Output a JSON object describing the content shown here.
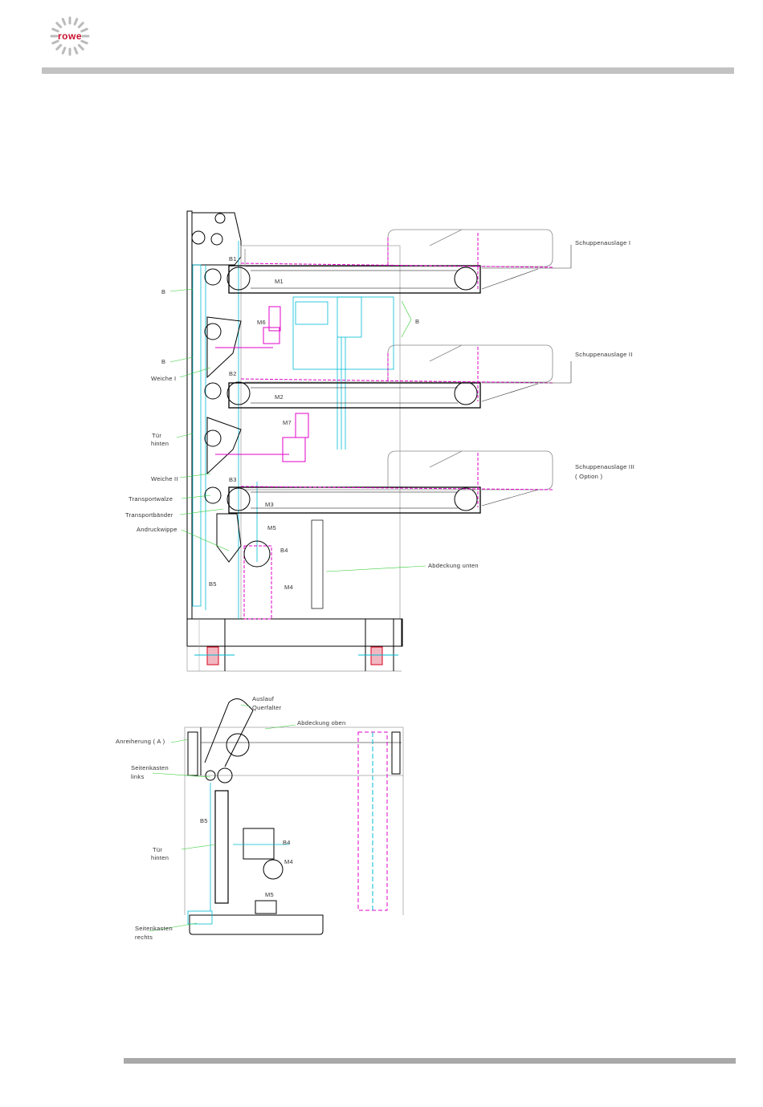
{
  "logo": {
    "text": "rowe",
    "color": "#c8102e"
  },
  "colors": {
    "outline": "#000000",
    "cyan": "#00bcd4",
    "magenta": "#e100c8",
    "leader": "#33cc33",
    "red": "#d9001b",
    "rule": "#c2c2c2"
  },
  "upper_view": {
    "labels": {
      "b1": "B",
      "b2": "B",
      "b3": "B",
      "weiche1": "Weiche I",
      "tur": "Tür",
      "hinten": "hinten",
      "weiche2": "Weiche II",
      "transportwalze": "Transportwalze",
      "transportbander": "Transportbänder",
      "andruckwippe": "Andruckwippe",
      "shelf1": "Schuppenauslage I",
      "shelf2": "Schuppenauslage II",
      "shelf3": "Schuppenauslage III",
      "option": "( Option )",
      "abdeckung_unten": "Abdeckung unten",
      "m1": "M1",
      "m2": "M2",
      "m3": "M3",
      "m4": "M4",
      "m5": "M5",
      "m6": "M6",
      "m7": "M7",
      "s1": "B1",
      "s2": "B2",
      "s3": "B3",
      "s4": "B4",
      "s5": "B5"
    }
  },
  "lower_view": {
    "labels": {
      "auslauf": "Auslauf",
      "querfalter": "Querfalter",
      "abdeckung_oben": "Abdeckung oben",
      "anreiherung": "Anreiherung ( A )",
      "seitenkasten": "Seitenkasten",
      "links": "links",
      "tur": "Tür",
      "hinten": "hinten",
      "rechts_top": "Seitenkasten",
      "rechts": "rechts",
      "m4": "M4",
      "m5": "M5",
      "s4": "B4",
      "s5": "B5"
    }
  }
}
